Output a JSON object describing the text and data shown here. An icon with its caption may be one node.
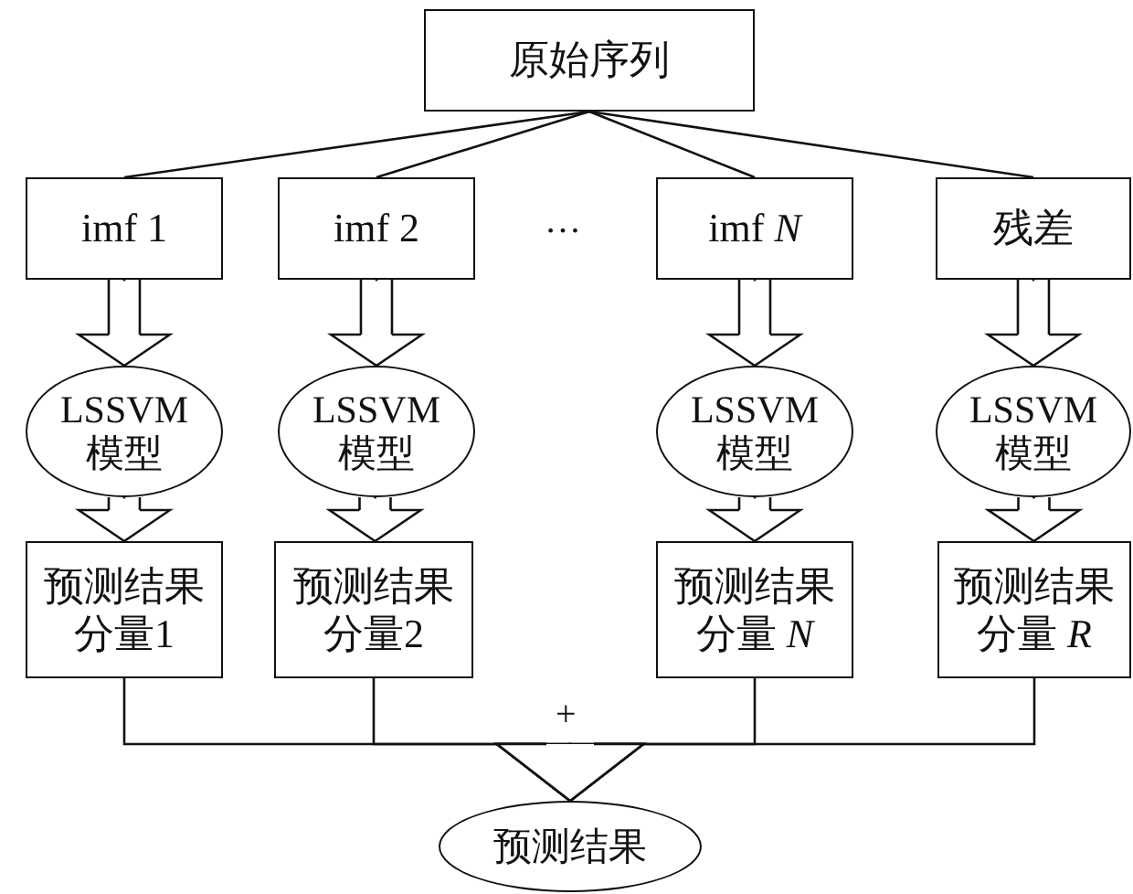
{
  "diagram": {
    "nodes": [
      {
        "text": [
          "原始序列"
        ]
      },
      {
        "text": [
          "imf 1"
        ]
      },
      {
        "text": [
          "imf 2"
        ]
      },
      {
        "text": [
          "imf *N*"
        ]
      },
      {
        "text": [
          "残差"
        ]
      },
      {
        "text": [
          "LSSVM 模型"
        ]
      },
      {
        "text": [
          "LSSVM 模型"
        ]
      },
      {
        "text": [
          "LSSVM 模型"
        ]
      },
      {
        "text": [
          "LSSVM 模型"
        ]
      },
      {
        "text": [
          "预测结果分量1"
        ]
      },
      {
        "text": [
          "预测结果分量2"
        ]
      },
      {
        "text": [
          "预测结果分量 *N*"
        ]
      },
      {
        "text": [
          "预测结果分量 *R*"
        ]
      },
      {
        "text": [
          "预测结果"
        ]
      }
    ],
    "edges": [
      {
        "from": 0,
        "to": 1,
        "arrow": "none"
      },
      {
        "from": 0,
        "to": 2,
        "arrow": "none"
      },
      {
        "from": 0,
        "to": 3,
        "arrow": "none"
      },
      {
        "from": 0,
        "to": 4,
        "arrow": "none"
      },
      {
        "from": 1,
        "to": 5,
        "arrow": "to"
      },
      {
        "from": 2,
        "to": 6,
        "arrow": "to"
      },
      {
        "from": 3,
        "to": 7,
        "arrow": "to"
      },
      {
        "from": 4,
        "to": 8,
        "arrow": "to"
      },
      {
        "from": 5,
        "to": 9,
        "arrow": "to"
      },
      {
        "from": 6,
        "to": 10,
        "arrow": "to"
      },
      {
        "from": 7,
        "to": 11,
        "arrow": "to"
      },
      {
        "from": 8,
        "to": 12,
        "arrow": "to"
      },
      {
        "from": 9,
        "to": 13,
        "arrow": "to"
      },
      {
        "from": 10,
        "to": 13,
        "arrow": "to"
      },
      {
        "from": 11,
        "to": 13,
        "arrow": "to"
      },
      {
        "from": 12,
        "to": 13,
        "arrow": "to"
      }
    ],
    "labels": [
      "…",
      "+"
    ]
  }
}
